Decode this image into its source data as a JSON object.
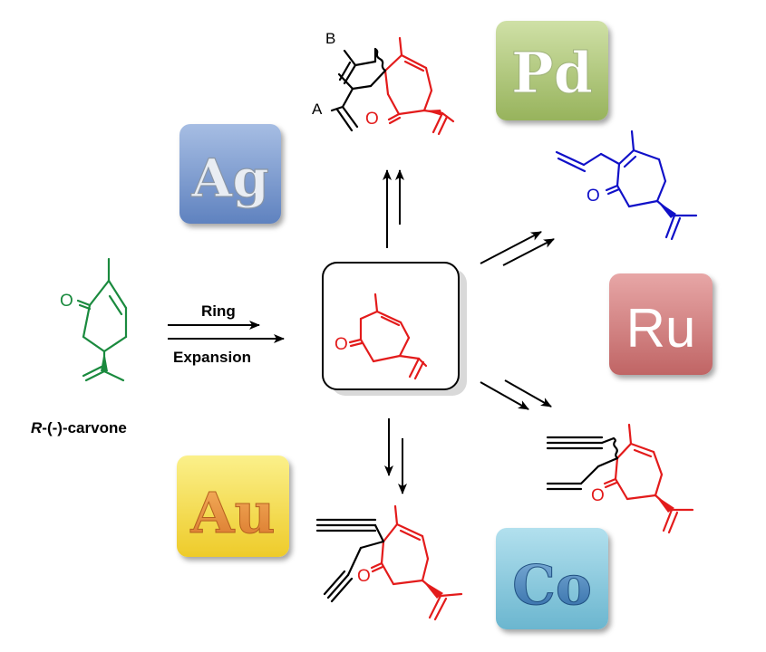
{
  "diagram": {
    "start_label_prefix": "R",
    "start_label_suffix": "-(-)-carvone",
    "arrow": {
      "line1": "Ring",
      "line2": "Expansion"
    },
    "atoms": {
      "oxygen": "O"
    },
    "substituent_labels": {
      "a": "A",
      "b": "B"
    },
    "metals": [
      {
        "symbol": "Ag",
        "color": "#7f9ed1"
      },
      {
        "symbol": "Pd",
        "color": "#b5cc82"
      },
      {
        "symbol": "Ru",
        "color": "#d48181"
      },
      {
        "symbol": "Co",
        "color": "#8ccbdf"
      },
      {
        "symbol": "Au",
        "color": "#f4e04a"
      }
    ],
    "colors": {
      "carvone": "#1a8a3e",
      "core": "#e31b1b",
      "pd_product": "#1010c8"
    }
  }
}
